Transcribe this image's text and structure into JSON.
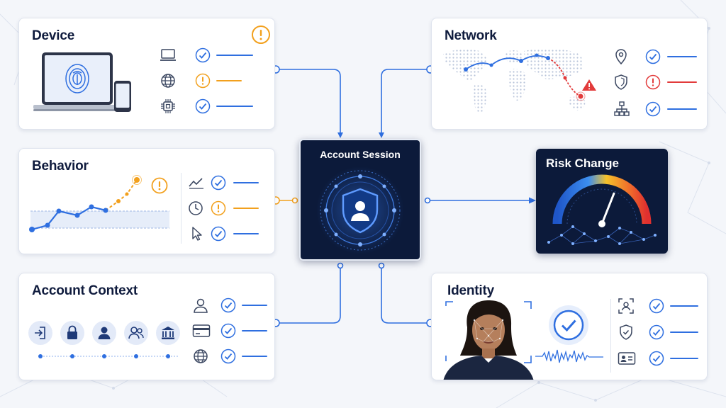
{
  "center": {
    "title": "Account Session",
    "icon": "user-shield-icon"
  },
  "risk": {
    "title": "Risk Change",
    "gauge_level": 0.62
  },
  "colors": {
    "ok": "#2f6fe0",
    "warn": "#f2a01d",
    "alert": "#e23b3b",
    "dark": "#0c1a3a",
    "accent": "#2f6fe0"
  },
  "cards": {
    "device": {
      "title": "Device",
      "status_badge": "warning",
      "rows": [
        {
          "icon": "laptop-icon",
          "status": "ok"
        },
        {
          "icon": "globe-icon",
          "status": "warning"
        },
        {
          "icon": "chip-icon",
          "status": "ok"
        }
      ]
    },
    "network": {
      "title": "Network",
      "rows": [
        {
          "icon": "location-pin-icon",
          "status": "ok"
        },
        {
          "icon": "shield-icon",
          "status": "alert"
        },
        {
          "icon": "network-tree-icon",
          "status": "ok"
        }
      ]
    },
    "behavior": {
      "title": "Behavior",
      "status_badge": "warning",
      "rows": [
        {
          "icon": "trend-line-icon",
          "status": "ok"
        },
        {
          "icon": "clock-icon",
          "status": "warning"
        },
        {
          "icon": "cursor-icon",
          "status": "ok"
        }
      ]
    },
    "account_context": {
      "title": "Account Context",
      "steps": [
        "login-icon",
        "lock-icon",
        "user-icon",
        "users-icon",
        "bank-icon"
      ],
      "rows": [
        {
          "icon": "user-outline-icon",
          "status": "ok"
        },
        {
          "icon": "credit-card-icon",
          "status": "ok"
        },
        {
          "icon": "globe-icon",
          "status": "ok"
        }
      ]
    },
    "identity": {
      "title": "Identity",
      "verified": true,
      "rows": [
        {
          "icon": "face-scan-icon",
          "status": "ok"
        },
        {
          "icon": "shield-check-icon",
          "status": "ok"
        },
        {
          "icon": "id-card-icon",
          "status": "ok"
        }
      ]
    }
  }
}
